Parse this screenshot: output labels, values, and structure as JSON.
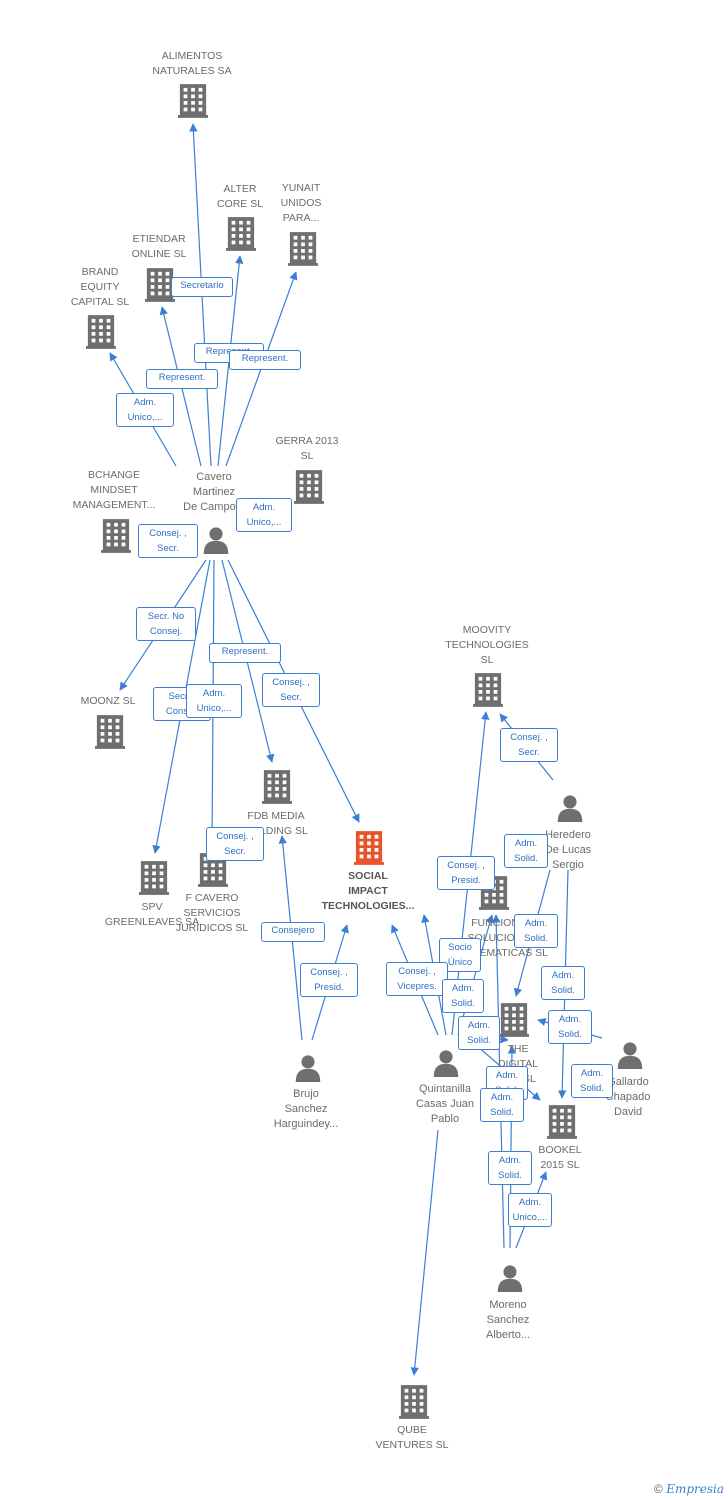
{
  "colors": {
    "edge": "#3b7fd4",
    "building": "#6f6f6f",
    "focus": "#e8552c",
    "person": "#6f6f6f"
  },
  "nodes": [
    {
      "id": "alimentos",
      "type": "company",
      "label": "ALIMENTOS\nNATURALES SA"
    },
    {
      "id": "alter",
      "type": "company",
      "label": "ALTER\nCORE SL"
    },
    {
      "id": "yunait",
      "type": "company",
      "label": "YUNAIT\nUNIDOS\nPARA..."
    },
    {
      "id": "etiendar",
      "type": "company",
      "label": "ETIENDAR\nONLINE SL"
    },
    {
      "id": "brand",
      "type": "company",
      "label": "BRAND\nEQUITY\nCAPITAL  SL"
    },
    {
      "id": "gerra",
      "type": "company",
      "label": "GERRA 2013\nSL"
    },
    {
      "id": "bchange",
      "type": "company",
      "label": "BCHANGE\nMINDSET\nMANAGEMENT..."
    },
    {
      "id": "cavero",
      "type": "person",
      "label": "Cavero\nMartinez\nDe Campo..."
    },
    {
      "id": "moonz",
      "type": "company",
      "label": "MOONZ SL"
    },
    {
      "id": "fdb",
      "type": "company",
      "label": "FDB MEDIA\nHOLDING  SL"
    },
    {
      "id": "social",
      "type": "focus",
      "label": "SOCIAL\nIMPACT\nTECHNOLOGIES..."
    },
    {
      "id": "spv",
      "type": "company",
      "label": "SPV\nGREENLEAVES SA"
    },
    {
      "id": "fcavero",
      "type": "company",
      "label": "F CAVERO\nSERVICIOS\nJURIDICOS  SL"
    },
    {
      "id": "moovity",
      "type": "company",
      "label": "MOOVITY\nTECHNOLOGIES\nSL"
    },
    {
      "id": "heredero",
      "type": "person",
      "label": "Heredero\nDe Lucas\nSergio"
    },
    {
      "id": "funciones",
      "type": "company",
      "label": "FUNCIONES\nSOLUCIONES\nSISTEMATICAS SL"
    },
    {
      "id": "digital",
      "type": "company",
      "label": "THE\nDIGITAL\nLAB  SL"
    },
    {
      "id": "gallardo",
      "type": "person",
      "label": "Gallardo\nChapado\nDavid"
    },
    {
      "id": "brujo",
      "type": "person",
      "label": "Brujo\nSanchez\nHarguindey..."
    },
    {
      "id": "quintanilla",
      "type": "person",
      "label": "Quintanilla\nCasas Juan\nPablo"
    },
    {
      "id": "bookel",
      "type": "company",
      "label": "BOOKEL\n2015  SL"
    },
    {
      "id": "moreno",
      "type": "person",
      "label": "Moreno\nSanchez\nAlberto..."
    },
    {
      "id": "qube",
      "type": "company",
      "label": "QUBE\nVENTURES  SL"
    }
  ],
  "edge_labels": [
    "Secretario",
    "Represent.",
    "Represent.",
    "Represent.",
    "Adm.\nUnico,...",
    "Adm.\nUnico,...",
    "Consej. ,\nSecr.",
    "Secr.  No\nConsej.",
    "Represent.",
    "Consej. ,\nSecr.",
    "Secr. ,\nConsej.",
    "Adm.\nUnico,...",
    "Consej. ,\nSecr.",
    "Consejero",
    "Consej. ,\nPresid.",
    "Consej. ,\nSecr.",
    "Adm.\nSolid.",
    "Consej. ,\nPresid.",
    "Adm.\nSolid.",
    "Socio\nÚnico",
    "Consej. ,\nVicepres.",
    "Adm.\nSolid.",
    "Adm.\nSolid.",
    "Adm.\nSolid.",
    "Adm.\nSolid.",
    "Adm.\nSolid.",
    "Adm.\nSolid.",
    "Adm.\nSolid.",
    "Adm.\nSolid.",
    "Adm.\nUnico,..."
  ],
  "footer": {
    "copyright": "©",
    "brand": "Empresia"
  }
}
